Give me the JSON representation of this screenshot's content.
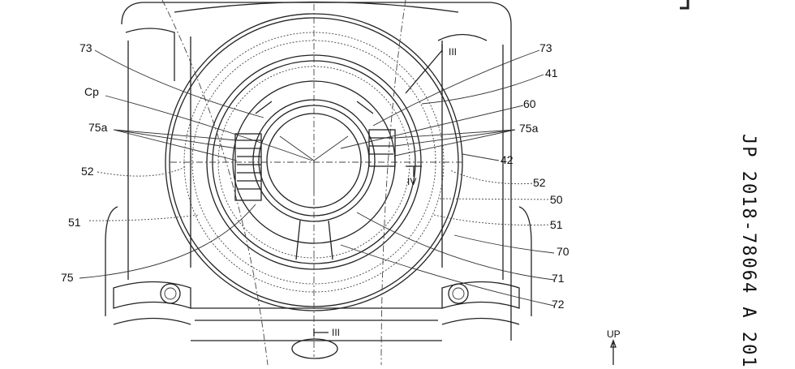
{
  "labels": {
    "l73": "73",
    "cp": "Cp",
    "l75a": "75a",
    "l52": "52",
    "l51": "51",
    "l75": "75",
    "r73": "73",
    "r41": "41",
    "r60": "60",
    "r75a": "75a",
    "r42": "42",
    "r52": "52",
    "r50": "50",
    "r51": "51",
    "r70": "70",
    "r71": "71",
    "r72": "72",
    "sec_top": "III",
    "sec_bottom": "III",
    "sec_iv": "IV",
    "up": "UP"
  },
  "publication_number": "JP 2018-78064 A 201"
}
